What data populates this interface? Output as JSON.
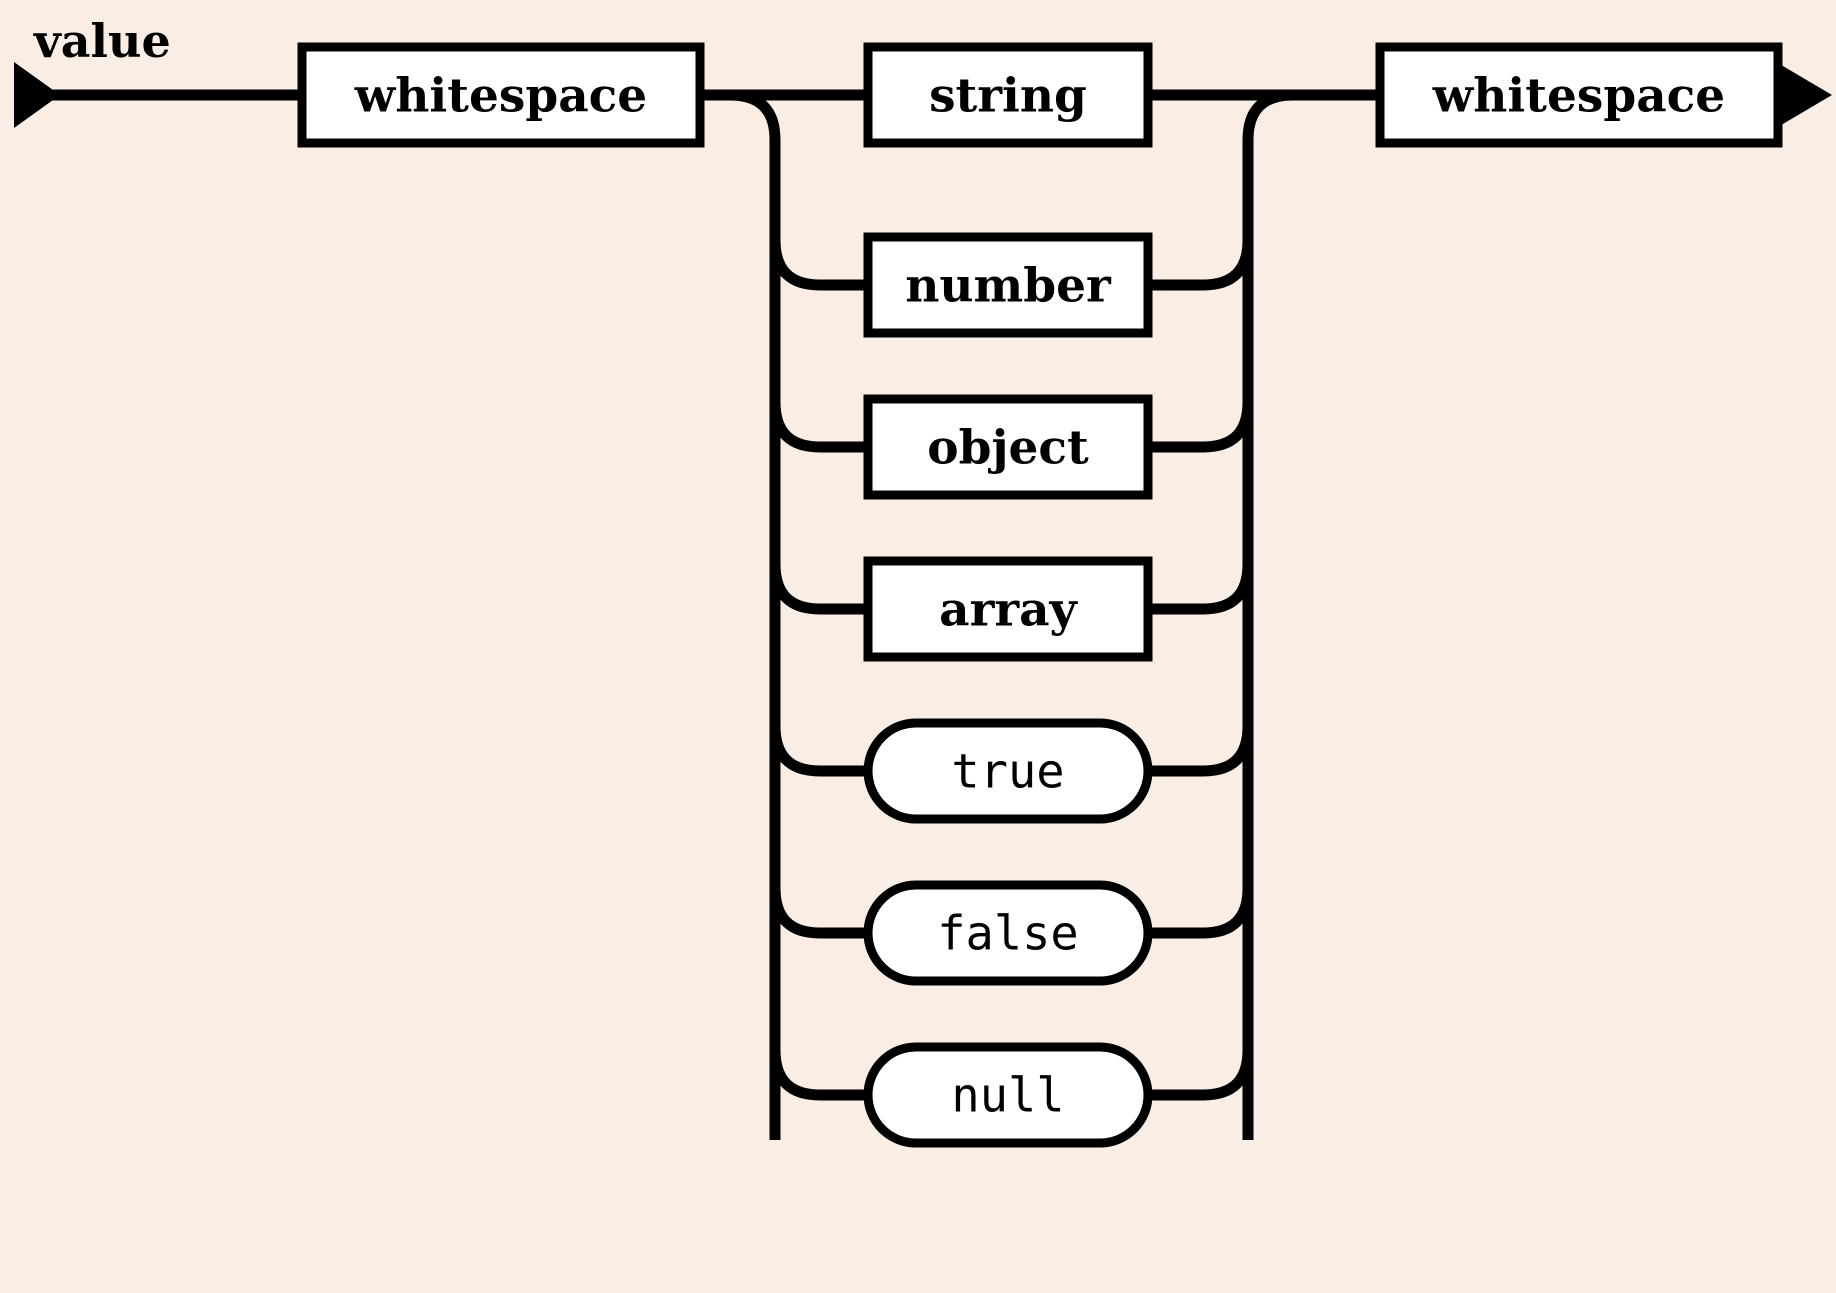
{
  "diagram": {
    "type": "railroad-syntax-diagram",
    "rule_name": "value",
    "background_color": "#FAEEE4",
    "line_color": "#000000",
    "box_fill_color": "#FFFFFF",
    "entry_arrow": "left-pointing-triangle-start",
    "exit_arrow": "right-pointing-triangle-end",
    "sequence": [
      {
        "id": "ws-left",
        "label": "whitespace",
        "kind": "nonterminal"
      },
      {
        "id": "alternatives",
        "kind": "choice"
      },
      {
        "id": "ws-right",
        "label": "whitespace",
        "kind": "nonterminal"
      }
    ],
    "alternatives": [
      {
        "id": "alt-string",
        "label": "string",
        "kind": "nonterminal",
        "shape": "rectangle"
      },
      {
        "id": "alt-number",
        "label": "number",
        "kind": "nonterminal",
        "shape": "rectangle"
      },
      {
        "id": "alt-object",
        "label": "object",
        "kind": "nonterminal",
        "shape": "rectangle"
      },
      {
        "id": "alt-array",
        "label": "array",
        "kind": "nonterminal",
        "shape": "rectangle"
      },
      {
        "id": "alt-true",
        "label": "true",
        "kind": "terminal",
        "shape": "rounded"
      },
      {
        "id": "alt-false",
        "label": "false",
        "kind": "terminal",
        "shape": "rounded"
      },
      {
        "id": "alt-null",
        "label": "null",
        "kind": "terminal",
        "shape": "rounded"
      }
    ]
  }
}
